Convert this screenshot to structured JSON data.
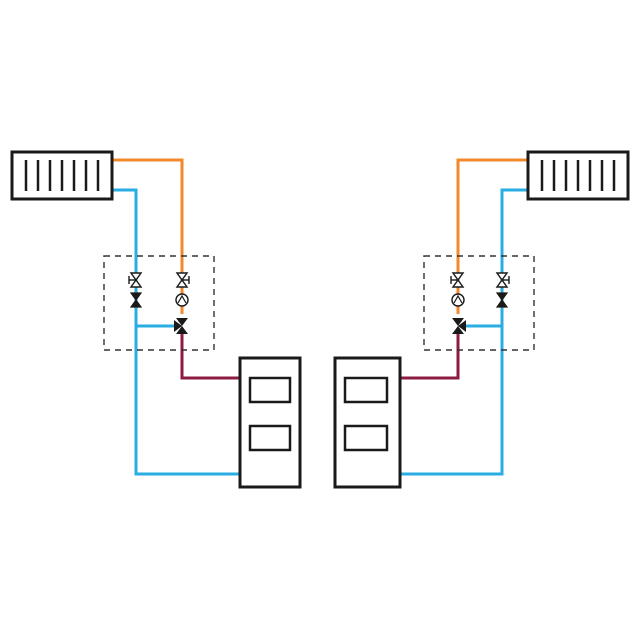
{
  "colors": {
    "background": "#ffffff",
    "outline": "#1a1a1a",
    "supply_pipe": "#f08a2c",
    "return_pipe": "#29aee3",
    "boiler_pipe": "#8c1d40",
    "control_group_border": "#333333"
  },
  "components": {
    "radiators": [
      "radiator-left",
      "radiator-right"
    ],
    "boilers": [
      "boiler-left",
      "boiler-right"
    ],
    "valve_groups": [
      "control-group-left",
      "control-group-right"
    ],
    "valve_icons": [
      "gate-valve-icon",
      "pump-icon",
      "three-way-mixing-valve-icon"
    ]
  }
}
